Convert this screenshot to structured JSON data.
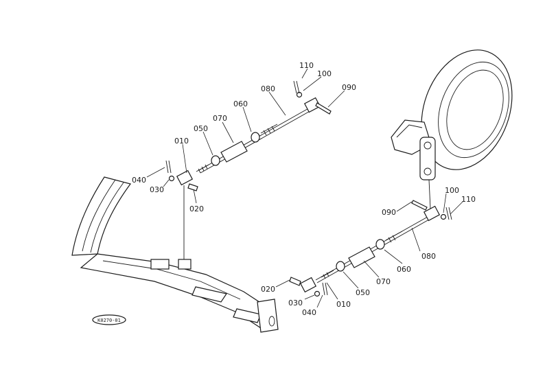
{
  "callouts": {
    "c110a": "110",
    "c100a": "100",
    "c080a": "080",
    "c090a": "090",
    "c060a": "060",
    "c070a": "070",
    "c050a": "050",
    "c010a": "010",
    "c040a": "040",
    "c030a": "030",
    "c020a": "020",
    "c100b": "100",
    "c110b": "110",
    "c090b": "090",
    "c080b": "080",
    "c060b": "060",
    "c070b": "070",
    "c050b": "050",
    "c010b": "010",
    "c020b": "020",
    "c030b": "030",
    "c040b": "040"
  },
  "diagram_code": "K0270-01"
}
